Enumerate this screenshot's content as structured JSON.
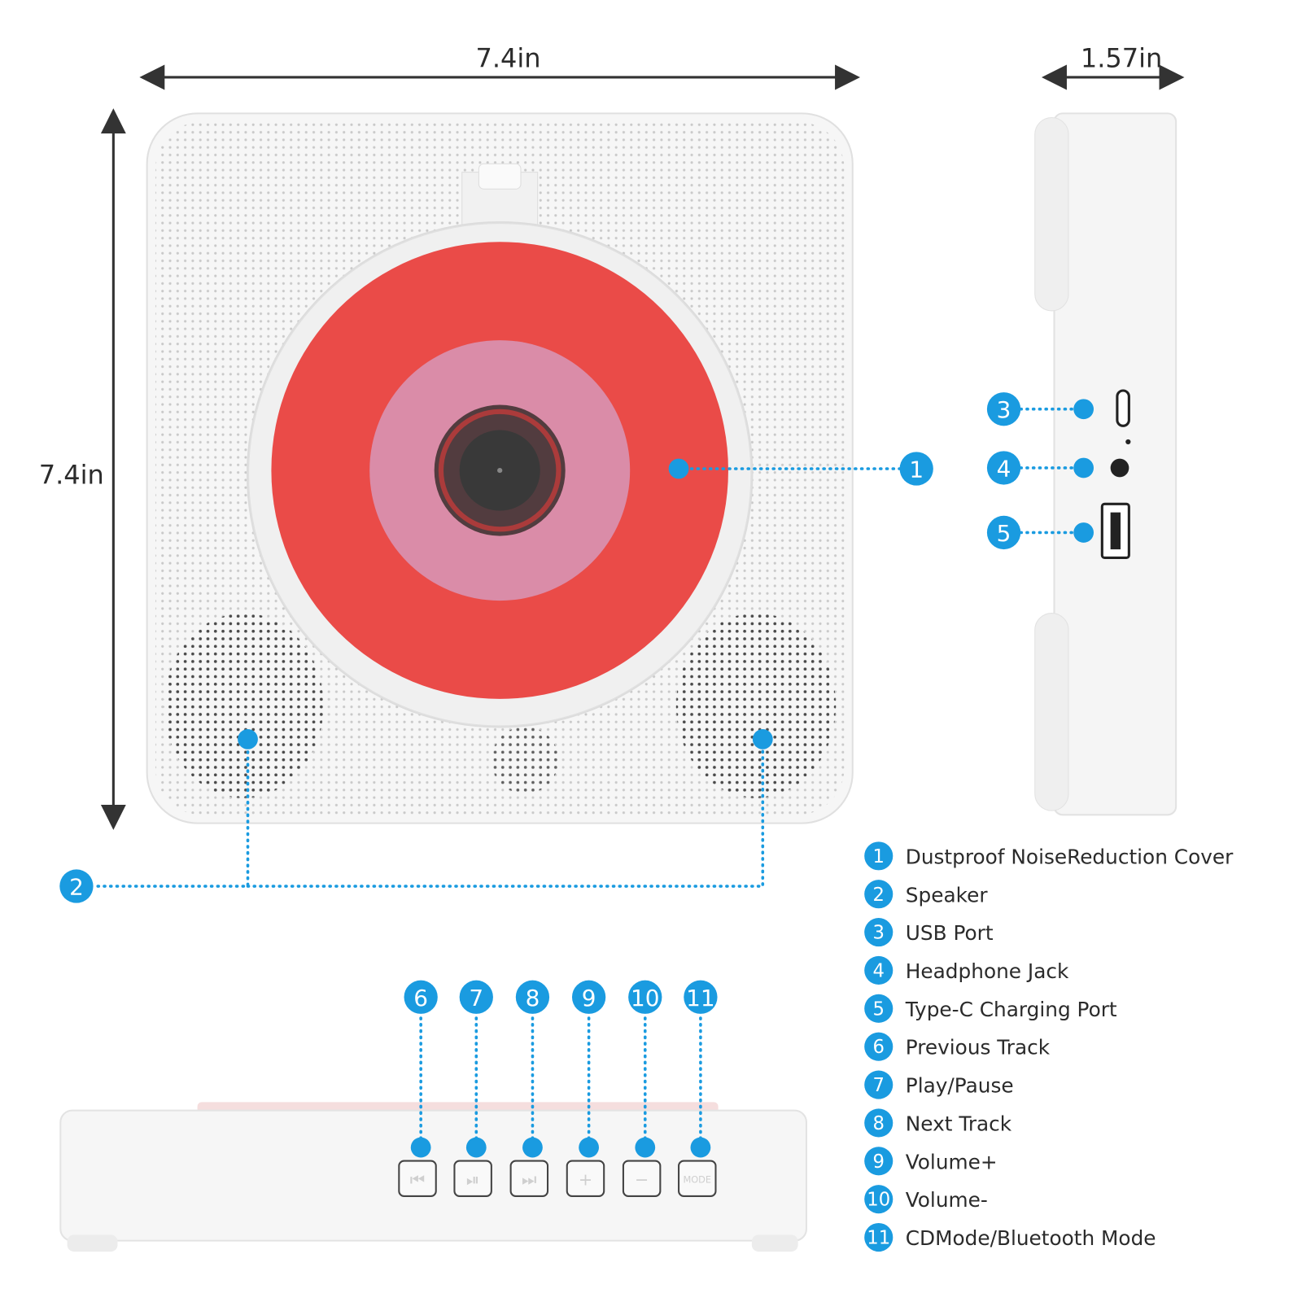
{
  "colors": {
    "accent": "#1a9be0",
    "disc_red": "#e8332f",
    "disc_pink": "#d57d9c",
    "body": "#f6f6f6"
  },
  "dimensions": {
    "width": "7.4in",
    "height": "7.4in",
    "depth": "1.57in"
  },
  "callouts": [
    "1",
    "2",
    "3",
    "4",
    "5",
    "6",
    "7",
    "8",
    "9",
    "10",
    "11"
  ],
  "buttons": [
    {
      "icon": "previous-track-icon"
    },
    {
      "icon": "play-pause-icon"
    },
    {
      "icon": "next-track-icon"
    },
    {
      "icon": "volume-up-icon",
      "glyph": "+"
    },
    {
      "icon": "volume-down-icon",
      "glyph": "−"
    },
    {
      "icon": "mode-icon",
      "glyph": "MODE"
    }
  ],
  "legend": [
    {
      "num": "1",
      "label": "Dustproof NoiseReduction Cover"
    },
    {
      "num": "2",
      "label": "Speaker"
    },
    {
      "num": "3",
      "label": "USB Port"
    },
    {
      "num": "4",
      "label": "Headphone Jack"
    },
    {
      "num": "5",
      "label": "Type-C Charging Port"
    },
    {
      "num": "6",
      "label": "Previous Track"
    },
    {
      "num": "7",
      "label": "Play/Pause"
    },
    {
      "num": "8",
      "label": "Next Track"
    },
    {
      "num": "9",
      "label": "Volume+"
    },
    {
      "num": "10",
      "label": "Volume-"
    },
    {
      "num": "11",
      "label": "CDMode/Bluetooth Mode"
    }
  ]
}
